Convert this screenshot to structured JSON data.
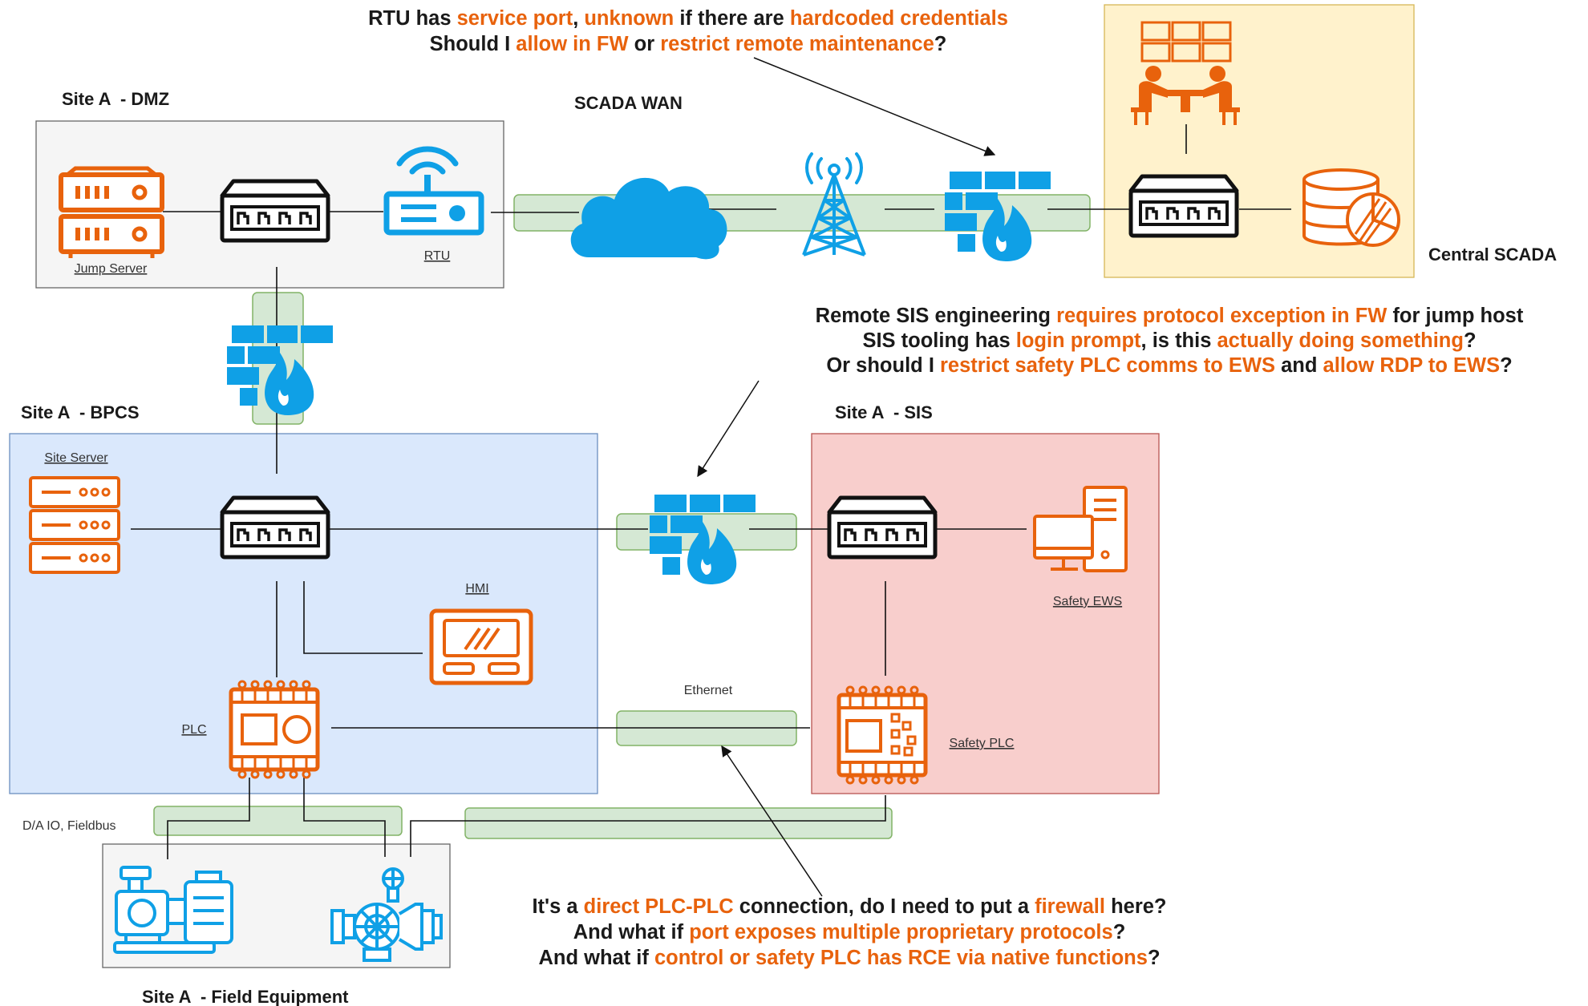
{
  "colors": {
    "accent": "#e8620c",
    "blue": "#0fa0e6",
    "conduit_fill": "#d5e8d4",
    "conduit_stroke": "#82b366",
    "dmz_fill": "#f5f5f5",
    "scada_fill": "#fff2cc",
    "bpcs_fill": "#dae8fc",
    "sis_fill": "#f8cecc"
  },
  "zones": {
    "dmz": "Site A  - DMZ",
    "scada_wan": "SCADA WAN",
    "central_scada": "Central SCADA",
    "bpcs": "Site A  - BPCS",
    "sis": "Site A  - SIS",
    "field": "Site A  - Field Equipment"
  },
  "devices": {
    "jump_server": "Jump Server",
    "rtu": "RTU",
    "site_server": "Site Server",
    "hmi": "HMI",
    "plc": "PLC",
    "safety_ews": "Safety EWS",
    "safety_plc": "Safety PLC"
  },
  "links": {
    "ethernet": "Ethernet",
    "fieldbus": "D/A IO, Fieldbus"
  },
  "annotations": {
    "rtu_question": [
      [
        {
          "t": "RTU has ",
          "h": false
        },
        {
          "t": "service port",
          "h": true
        },
        {
          "t": ", ",
          "h": false
        },
        {
          "t": "unknown",
          "h": true
        },
        {
          "t": " if there are ",
          "h": false
        },
        {
          "t": "hardcoded credentials",
          "h": true
        }
      ],
      [
        {
          "t": "Should I ",
          "h": false
        },
        {
          "t": "allow in FW",
          "h": true
        },
        {
          "t": " or ",
          "h": false
        },
        {
          "t": "restrict remote maintenance",
          "h": true
        },
        {
          "t": "?",
          "h": false
        }
      ]
    ],
    "sis_question": [
      [
        {
          "t": "Remote SIS engineering ",
          "h": false
        },
        {
          "t": "requires protocol exception in FW",
          "h": true
        },
        {
          "t": " for jump host",
          "h": false
        }
      ],
      [
        {
          "t": "SIS tooling has ",
          "h": false
        },
        {
          "t": "login prompt",
          "h": true
        },
        {
          "t": ", is this ",
          "h": false
        },
        {
          "t": "actually doing something",
          "h": true
        },
        {
          "t": "?",
          "h": false
        }
      ],
      [
        {
          "t": "Or should I ",
          "h": false
        },
        {
          "t": "restrict safety PLC comms to EWS",
          "h": true
        },
        {
          "t": " and ",
          "h": false
        },
        {
          "t": "allow RDP to EWS",
          "h": true
        },
        {
          "t": "?",
          "h": false
        }
      ]
    ],
    "plc_question": [
      [
        {
          "t": "It's a ",
          "h": false
        },
        {
          "t": "direct PLC-PLC",
          "h": true
        },
        {
          "t": " connection, do I need to put a ",
          "h": false
        },
        {
          "t": "firewall",
          "h": true
        },
        {
          "t": " here?",
          "h": false
        }
      ],
      [
        {
          "t": "And what if ",
          "h": false
        },
        {
          "t": "port exposes multiple proprietary protocols",
          "h": true
        },
        {
          "t": "?",
          "h": false
        }
      ],
      [
        {
          "t": "And what if ",
          "h": false
        },
        {
          "t": "control or safety PLC has RCE via native functions",
          "h": true
        },
        {
          "t": "?",
          "h": false
        }
      ]
    ]
  },
  "icons": [
    "server-rack-icon",
    "network-switch-icon",
    "rtu-wifi-icon",
    "cloud-icon",
    "radio-tower-icon",
    "firewall-icon",
    "operators-icon",
    "database-icon",
    "site-server-icon",
    "hmi-panel-icon",
    "plc-icon",
    "workstation-icon",
    "safety-plc-icon",
    "pump-icon",
    "valve-icon"
  ]
}
